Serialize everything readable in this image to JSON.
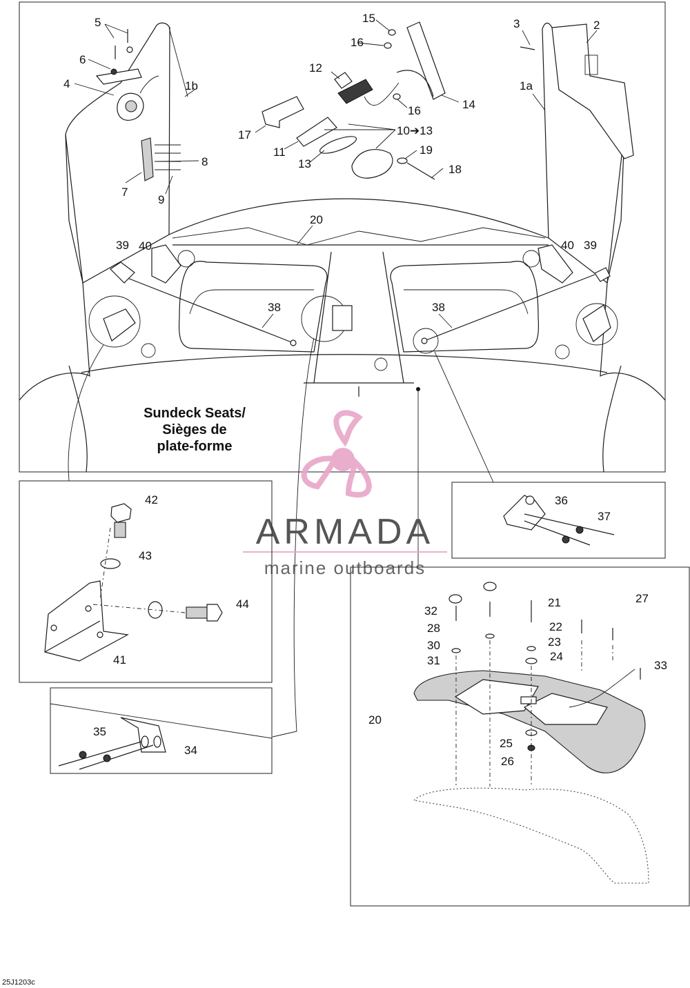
{
  "diagram": {
    "title_lines": [
      "Sundeck Seats/",
      "Sièges de",
      "plate-forme"
    ],
    "reference_code": "25J1203c",
    "watermark": {
      "brand": "ARMADA",
      "tagline": "marine outboards",
      "accent_color": "#e8a6c8",
      "text_color": "#555555"
    },
    "callouts": {
      "c1a": "1a",
      "c1b": "1b",
      "c2": "2",
      "c3": "3",
      "c4": "4",
      "c5": "5",
      "c6": "6",
      "c7": "7",
      "c8": "8",
      "c9": "9",
      "c10": "10➔13",
      "c11": "11",
      "c12": "12",
      "c13": "13",
      "c14": "14",
      "c15": "15",
      "c16a": "16",
      "c16b": "16",
      "c17": "17",
      "c18": "18",
      "c19": "19",
      "c20a": "20",
      "c20b": "20",
      "c21": "21",
      "c22": "22",
      "c23": "23",
      "c24": "24",
      "c25": "25",
      "c26": "26",
      "c27": "27",
      "c28": "28",
      "c30": "30",
      "c31": "31",
      "c32": "32",
      "c33": "33",
      "c34": "34",
      "c35": "35",
      "c36": "36",
      "c37": "37",
      "c38a": "38",
      "c38b": "38",
      "c39a": "39",
      "c39b": "39",
      "c40a": "40",
      "c40b": "40",
      "c41": "41",
      "c42": "42",
      "c43": "43",
      "c44": "44"
    }
  }
}
